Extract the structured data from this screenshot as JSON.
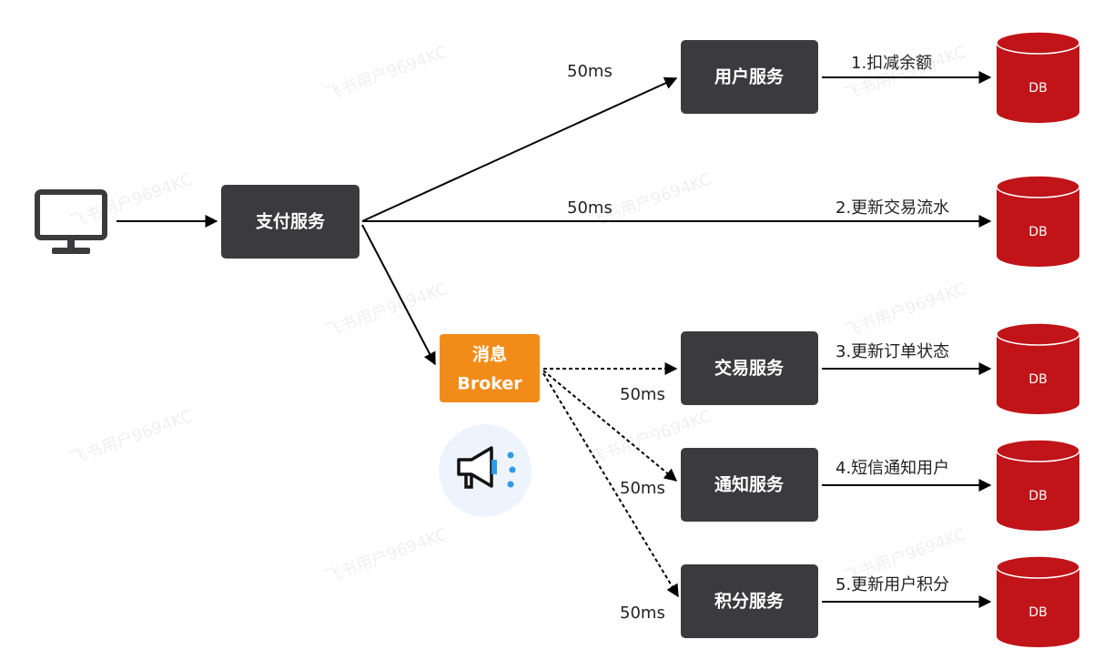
{
  "watermark": "飞书用户9694KC",
  "nodes": {
    "client": {
      "icon": "monitor-icon"
    },
    "pay": {
      "label": "支付服务"
    },
    "user": {
      "label": "用户服务"
    },
    "trade": {
      "label": "交易服务"
    },
    "notify": {
      "label": "通知服务"
    },
    "points": {
      "label": "积分服务"
    },
    "broker": {
      "line1": "消息",
      "line2": "Broker",
      "icon": "megaphone-icon"
    },
    "db_label": "DB"
  },
  "edges": {
    "pay_user": "50ms",
    "pay_db2": "50ms",
    "broker_trade": "50ms",
    "broker_notify": "50ms",
    "broker_points": "50ms",
    "db1": "1.扣减余额",
    "db2": "2.更新交易流水",
    "db3": "3.更新订单状态",
    "db4": "4.短信通知用户",
    "db5": "5.更新用户积分"
  },
  "colors": {
    "service": "#3b3b3d",
    "broker": "#f28c18",
    "db": "#c01418",
    "icon_bg": "#eef4fd",
    "icon_accent": "#2f9be8"
  }
}
